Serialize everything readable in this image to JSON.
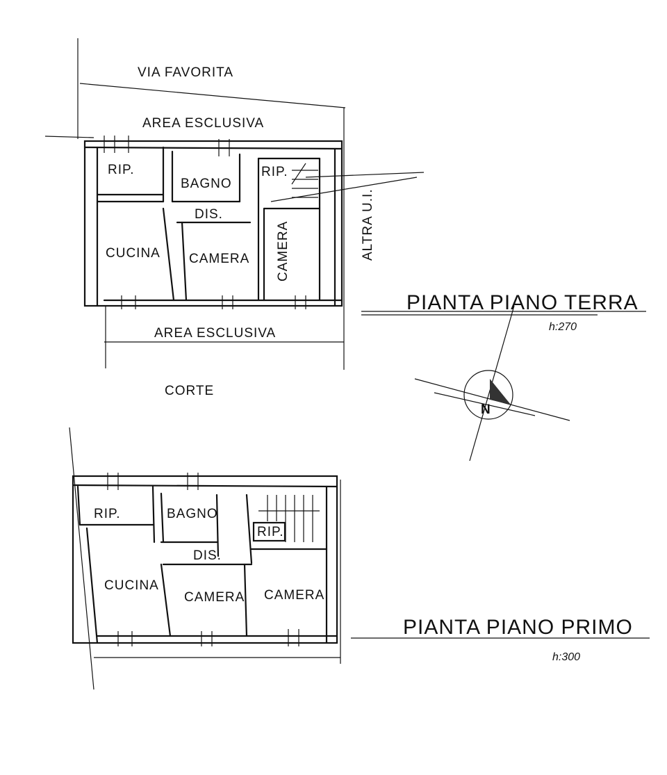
{
  "ground_floor": {
    "street": "VIA FAVORITA",
    "area_top": "AREA ESCLUSIVA",
    "area_bottom": "AREA ESCLUSIVA",
    "neighbor": "ALTRA U.I.",
    "rooms": [
      "RIP.",
      "BAGNO",
      "RIP.",
      "DIS.",
      "CUCINA",
      "CAMERA",
      "CAMERA"
    ],
    "title": "PIANTA PIANO TERRA",
    "height": "h:270"
  },
  "courtyard": "CORTE",
  "compass": {
    "label": "N"
  },
  "first_floor": {
    "rooms": [
      "RIP.",
      "BAGNO",
      "RIP.",
      "DIS.",
      "CUCINA",
      "CAMERA",
      "CAMERA"
    ],
    "title": "PIANTA PIANO PRIMO",
    "height": "h:300"
  }
}
